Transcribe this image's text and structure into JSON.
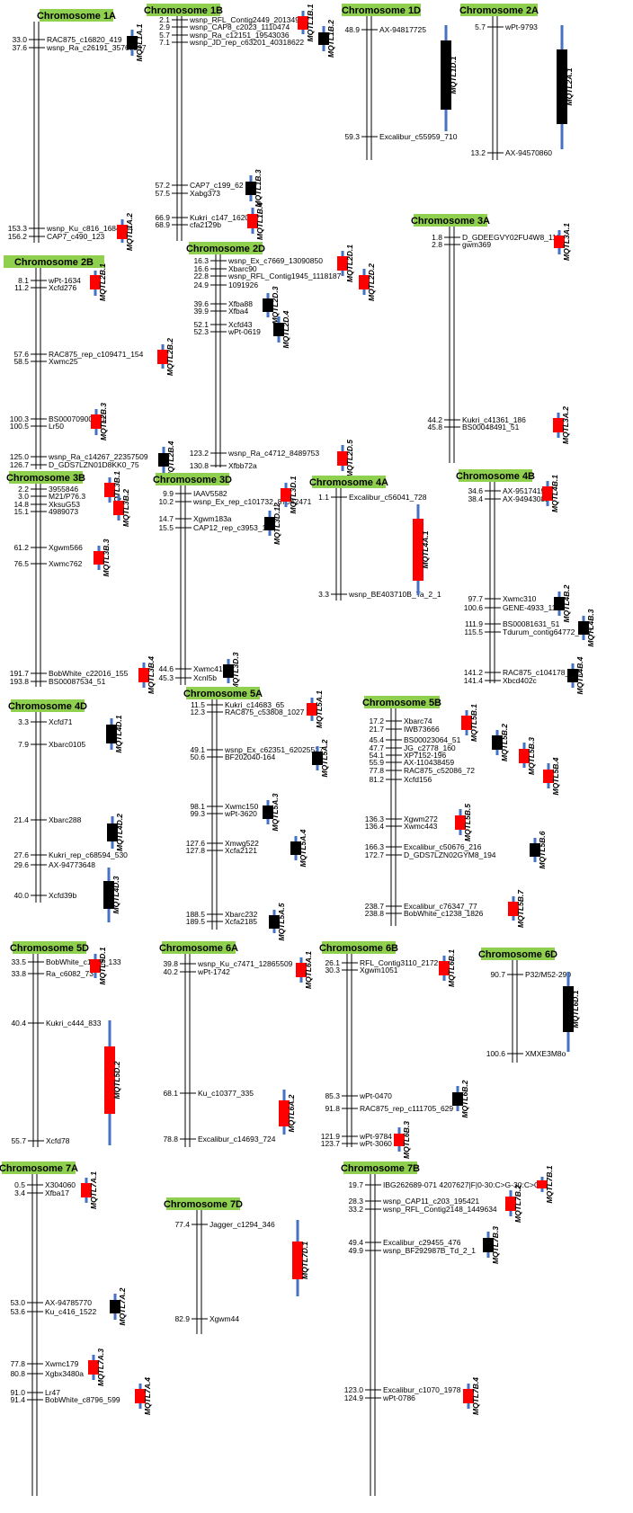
{
  "colors": {
    "red": "#ff0000",
    "black": "#000000",
    "ci": "#4472c4",
    "title_bg": "#8fd14f"
  },
  "chromosomes": [
    {
      "name": "Chromosome 1A",
      "markers": [
        {
          "pos": "33.0",
          "name": "RAC875_c16820_419"
        },
        {
          "pos": "37.6",
          "name": "wsnp_Ra_c26191_35761997"
        },
        {
          "pos": "153.3",
          "name": "wsnp_Ku_c816_1684354"
        },
        {
          "pos": "156.2",
          "name": "CAP7_c490_123"
        }
      ],
      "qtls": [
        {
          "name": "MQTL1A.1",
          "color": "black"
        },
        {
          "name": "MQTL1A.2",
          "color": "red"
        }
      ]
    },
    {
      "name": "Chromosome 1B",
      "markers": [
        {
          "pos": "2.1",
          "name": "wsnp_RFL_Contig2449_2013497"
        },
        {
          "pos": "2.9",
          "name": "wsnp_CAP8_c2023_1110474"
        },
        {
          "pos": "5.7",
          "name": "wsnp_Ra_c12151_19543036"
        },
        {
          "pos": "7.1",
          "name": "wsnp_JD_rep_c63201_40318622"
        },
        {
          "pos": "57.2",
          "name": "CAP7_c199_62"
        },
        {
          "pos": "57.5",
          "name": "Xabg373"
        },
        {
          "pos": "66.9",
          "name": "Kukri_c147_1620"
        },
        {
          "pos": "68.9",
          "name": "cfa2129b"
        }
      ],
      "qtls": [
        {
          "name": "MQTL1B.1",
          "color": "red"
        },
        {
          "name": "MQTL1B.2",
          "color": "black"
        },
        {
          "name": "MQTL1B.3",
          "color": "black"
        },
        {
          "name": "MQTL1B.4",
          "color": "red"
        }
      ]
    },
    {
      "name": "Chromosome 1D",
      "markers": [
        {
          "pos": "48.9",
          "name": "AX-94817725"
        },
        {
          "pos": "59.3",
          "name": "Excalibur_c55959_710"
        }
      ],
      "qtls": [
        {
          "name": "MQTL1D.1",
          "color": "black"
        }
      ]
    },
    {
      "name": "Chromosome 2A",
      "markers": [
        {
          "pos": "5.7",
          "name": "wPt-9793"
        },
        {
          "pos": "13.2",
          "name": "AX-94570860"
        }
      ],
      "qtls": [
        {
          "name": "MQTL2A.1",
          "color": "black"
        }
      ]
    },
    {
      "name": "Chromosome 2B",
      "markers": [
        {
          "pos": "8.1",
          "name": "wPt-1634"
        },
        {
          "pos": "11.2",
          "name": "Xcfd276"
        },
        {
          "pos": "57.6",
          "name": "RAC875_rep_c109471_154"
        },
        {
          "pos": "58.5",
          "name": "Xwmc25"
        },
        {
          "pos": "100.3",
          "name": "BS00070900_51"
        },
        {
          "pos": "100.5",
          "name": "Lr50"
        },
        {
          "pos": "125.0",
          "name": "wsnp_Ra_c14267_22357509"
        },
        {
          "pos": "126.7",
          "name": "D_GDS7LZN01D8KK0_75"
        }
      ],
      "qtls": [
        {
          "name": "MQTL2B.1",
          "color": "red"
        },
        {
          "name": "MQTL2B.2",
          "color": "red"
        },
        {
          "name": "MQTL2B.3",
          "color": "red"
        },
        {
          "name": "MQTL2B.4",
          "color": "black"
        }
      ]
    },
    {
      "name": "Chromosome 2D",
      "markers": [
        {
          "pos": "16.3",
          "name": "wsnp_Ex_c7669_13090850"
        },
        {
          "pos": "16.6",
          "name": "Xbarc90"
        },
        {
          "pos": "22.8",
          "name": "wsnp_RFL_Contig1945_1118187"
        },
        {
          "pos": "24.9",
          "name": "1091926"
        },
        {
          "pos": "39.6",
          "name": "Xfba88"
        },
        {
          "pos": "39.9",
          "name": "Xfba4"
        },
        {
          "pos": "52.1",
          "name": "Xcfd43"
        },
        {
          "pos": "52.3",
          "name": "wPt-0619"
        },
        {
          "pos": "123.2",
          "name": "wsnp_Ra_c4712_8489753"
        },
        {
          "pos": "130.8",
          "name": "Xfbb72a"
        }
      ],
      "qtls": [
        {
          "name": "MQTL2D.1",
          "color": "red"
        },
        {
          "name": "MQTL2D.2",
          "color": "red"
        },
        {
          "name": "MQTL2D.3",
          "color": "black"
        },
        {
          "name": "MQTL2D.4",
          "color": "black"
        },
        {
          "name": "MQTL2D.5",
          "color": "red"
        }
      ]
    },
    {
      "name": "Chromosome 3A",
      "markers": [
        {
          "pos": "1.8",
          "name": "D_GDEEGVY02FU4W8_119"
        },
        {
          "pos": "2.8",
          "name": "gwm369"
        },
        {
          "pos": "44.2",
          "name": "Kukri_c41361_186"
        },
        {
          "pos": "45.8",
          "name": "BS00048491_51"
        }
      ],
      "qtls": [
        {
          "name": "MQTL3A.1",
          "color": "red"
        },
        {
          "name": "MQTL3A.2",
          "color": "red"
        }
      ]
    },
    {
      "name": "Chromosome 3B",
      "markers": [
        {
          "pos": "2.2",
          "name": "3955846"
        },
        {
          "pos": "3.0",
          "name": "M21/P76.3"
        },
        {
          "pos": "14.8",
          "name": "XksuG53"
        },
        {
          "pos": "15.1",
          "name": "4989073"
        },
        {
          "pos": "61.2",
          "name": "Xgwm566"
        },
        {
          "pos": "76.5",
          "name": "Xwmc762"
        },
        {
          "pos": "191.7",
          "name": "BobWhite_c22016_155"
        },
        {
          "pos": "193.8",
          "name": "BS00087534_51"
        }
      ],
      "qtls": [
        {
          "name": "MQTL3B.1",
          "color": "red"
        },
        {
          "name": "MQTL3B.2",
          "color": "red"
        },
        {
          "name": "MQTL3B.3",
          "color": "red"
        },
        {
          "name": "MQTL3B.4",
          "color": "red"
        }
      ]
    },
    {
      "name": "Chromosome 3D",
      "markers": [
        {
          "pos": "9.9",
          "name": "IAAV5582"
        },
        {
          "pos": "10.2",
          "name": "wsnp_Ex_rep_c101732_87042471"
        },
        {
          "pos": "14.7",
          "name": "Xgwm183a"
        },
        {
          "pos": "15.5",
          "name": "CAP12_rep_c3953_177"
        },
        {
          "pos": "44.6",
          "name": "Xwmc418"
        },
        {
          "pos": "45.3",
          "name": "Xcnl5b"
        }
      ],
      "qtls": [
        {
          "name": "MQTL3D.1",
          "color": "red"
        },
        {
          "name": "MQTL3D.12",
          "color": "black"
        },
        {
          "name": "MQTL3D.3",
          "color": "black"
        }
      ]
    },
    {
      "name": "Chromosome 4A",
      "markers": [
        {
          "pos": "1.1",
          "name": "Excalibur_c56041_728"
        },
        {
          "pos": "3.3",
          "name": "wsnp_BE403710B_Ta_2_1"
        }
      ],
      "qtls": [
        {
          "name": "MQTL4A.1",
          "color": "red"
        }
      ]
    },
    {
      "name": "Chromosome 4B",
      "markers": [
        {
          "pos": "34.6",
          "name": "AX-95174194"
        },
        {
          "pos": "38.4",
          "name": "AX-94943082"
        },
        {
          "pos": "97.7",
          "name": "Xwmc310"
        },
        {
          "pos": "100.6",
          "name": "GENE-4933_1176"
        },
        {
          "pos": "111.9",
          "name": "BS00081631_51"
        },
        {
          "pos": "115.5",
          "name": "Tdurum_contig64772_417"
        },
        {
          "pos": "141.2",
          "name": "RAC875_c104178_425"
        },
        {
          "pos": "141.4",
          "name": "Xbcd402c"
        }
      ],
      "qtls": [
        {
          "name": "MQTL4B.1",
          "color": "red"
        },
        {
          "name": "MQTL4B.2",
          "color": "black"
        },
        {
          "name": "MQTL4B.3",
          "color": "black"
        },
        {
          "name": "MQTL4B.4",
          "color": "black"
        }
      ]
    },
    {
      "name": "Chromosome 4D",
      "markers": [
        {
          "pos": "3.3",
          "name": "Xcfd71"
        },
        {
          "pos": "7.9",
          "name": "Xbarc0105"
        },
        {
          "pos": "21.4",
          "name": "Xbarc288"
        },
        {
          "pos": "27.6",
          "name": "Kukri_rep_c68594_530"
        },
        {
          "pos": "29.6",
          "name": "AX-94773648"
        },
        {
          "pos": "40.0",
          "name": "Xcfd39b"
        }
      ],
      "qtls": [
        {
          "name": "MQTL4D.1",
          "color": "black"
        },
        {
          "name": "MQTL4D.2",
          "color": "black"
        },
        {
          "name": "MQTL4D.3",
          "color": "black"
        }
      ]
    },
    {
      "name": "Chromosome 5A",
      "markers": [
        {
          "pos": "11.5",
          "name": "Kukri_c14683_65"
        },
        {
          "pos": "12.3",
          "name": "RAC875_c53808_1027"
        },
        {
          "pos": "49.1",
          "name": "wsnp_Ex_c62351_62025537"
        },
        {
          "pos": "50.6",
          "name": "BF202040-164"
        },
        {
          "pos": "98.1",
          "name": "Xwmc150"
        },
        {
          "pos": "99.3",
          "name": "wPt-3620"
        },
        {
          "pos": "127.6",
          "name": "Xmwg522"
        },
        {
          "pos": "127.8",
          "name": "Xcfa2121"
        },
        {
          "pos": "188.5",
          "name": "Xbarc232"
        },
        {
          "pos": "189.5",
          "name": "Xcfa2185"
        }
      ],
      "qtls": [
        {
          "name": "MQTL5A.1",
          "color": "red"
        },
        {
          "name": "MQTL5A.2",
          "color": "black"
        },
        {
          "name": "MQTL5A.3",
          "color": "black"
        },
        {
          "name": "MQTL5A.4",
          "color": "black"
        },
        {
          "name": "MQTL5A.5",
          "color": "black"
        }
      ]
    },
    {
      "name": "Chromosome 5B",
      "markers": [
        {
          "pos": "17.2",
          "name": "Xbarc74"
        },
        {
          "pos": "21.7",
          "name": "IWB73666"
        },
        {
          "pos": "45.4",
          "name": "BS00023064_51"
        },
        {
          "pos": "47.7",
          "name": "JG_c2778_160"
        },
        {
          "pos": "54.1",
          "name": "XP7152-196"
        },
        {
          "pos": "55.9",
          "name": "AX-110438459"
        },
        {
          "pos": "77.8",
          "name": "RAC875_c52086_72"
        },
        {
          "pos": "81.2",
          "name": "Xcfd156"
        },
        {
          "pos": "136.3",
          "name": "Xgwm272"
        },
        {
          "pos": "136.4",
          "name": "Xwmc443"
        },
        {
          "pos": "166.3",
          "name": "Excalibur_c50676_216"
        },
        {
          "pos": "172.7",
          "name": "D_GDS7LZN02GYM8_194"
        },
        {
          "pos": "238.7",
          "name": "Excalibur_c76347_77"
        },
        {
          "pos": "238.8",
          "name": "BobWhite_c1238_1826"
        }
      ],
      "qtls": [
        {
          "name": "MQTL5B.1",
          "color": "red"
        },
        {
          "name": "MQTL5B.2",
          "color": "black"
        },
        {
          "name": "MQTL5B.3",
          "color": "red"
        },
        {
          "name": "MQTL5B.4",
          "color": "red"
        },
        {
          "name": "MQTL5B.5",
          "color": "red"
        },
        {
          "name": "MQTL5B.6",
          "color": "black"
        },
        {
          "name": "MQTL5B.7",
          "color": "red"
        }
      ]
    },
    {
      "name": "Chromosome 5D",
      "markers": [
        {
          "pos": "33.5",
          "name": "BobWhite_c1372_133"
        },
        {
          "pos": "33.8",
          "name": "Ra_c6082_737"
        },
        {
          "pos": "40.4",
          "name": "Kukri_c444_833"
        },
        {
          "pos": "55.7",
          "name": "Xcfd78"
        }
      ],
      "qtls": [
        {
          "name": "MQTL5D.1",
          "color": "red"
        },
        {
          "name": "MQTL5D.2",
          "color": "red"
        }
      ]
    },
    {
      "name": "Chromosome 6A",
      "markers": [
        {
          "pos": "39.8",
          "name": "wsnp_Ku_c7471_12865509"
        },
        {
          "pos": "40.2",
          "name": "wPt-1742"
        },
        {
          "pos": "68.1",
          "name": "Ku_c10377_335"
        },
        {
          "pos": "78.8",
          "name": "Excalibur_c14693_724"
        }
      ],
      "qtls": [
        {
          "name": "MQTL6A.1",
          "color": "red"
        },
        {
          "name": "MQTL6A.2",
          "color": "red"
        }
      ]
    },
    {
      "name": "Chromosome 6B",
      "markers": [
        {
          "pos": "26.1",
          "name": "RFL_Contig3110_2172"
        },
        {
          "pos": "30.3",
          "name": "Xgwm1051"
        },
        {
          "pos": "85.3",
          "name": "wPt-0470"
        },
        {
          "pos": "91.8",
          "name": "RAC875_rep_c111705_629"
        },
        {
          "pos": "121.9",
          "name": "wPt-9784"
        },
        {
          "pos": "123.7",
          "name": "wPt-3060"
        }
      ],
      "qtls": [
        {
          "name": "MQTL6B.1",
          "color": "red"
        },
        {
          "name": "MQTL6B.2",
          "color": "black"
        },
        {
          "name": "MQTL6B.3",
          "color": "red"
        }
      ]
    },
    {
      "name": "Chromosome 6D",
      "markers": [
        {
          "pos": "90.7",
          "name": "P32/M52-290"
        },
        {
          "pos": "100.6",
          "name": "XMXE3M8o"
        }
      ],
      "qtls": [
        {
          "name": "MQTL6D.1",
          "color": "black"
        }
      ]
    },
    {
      "name": "Chromosome 7A",
      "markers": [
        {
          "pos": "0.5",
          "name": "X304060"
        },
        {
          "pos": "3.4",
          "name": "Xfba17"
        },
        {
          "pos": "53.0",
          "name": "AX-94785770"
        },
        {
          "pos": "53.6",
          "name": "Ku_c416_1522"
        },
        {
          "pos": "77.8",
          "name": "Xwmc179"
        },
        {
          "pos": "80.8",
          "name": "Xgbx3480a"
        },
        {
          "pos": "91.0",
          "name": "Lr47"
        },
        {
          "pos": "91.4",
          "name": "BobWhite_c8796_599"
        }
      ],
      "qtls": [
        {
          "name": "MQTL7A.1",
          "color": "red"
        },
        {
          "name": "MQTL7A.2",
          "color": "black"
        },
        {
          "name": "MQTL7A.3",
          "color": "red"
        },
        {
          "name": "MQTL7A.4",
          "color": "red"
        }
      ]
    },
    {
      "name": "Chromosome 7B",
      "markers": [
        {
          "pos": "19.7",
          "name": "IBG262689-071 4207627|F|0-30:C>G-30:C>G"
        },
        {
          "pos": "28.3",
          "name": "wsnp_CAP11_c203_195421"
        },
        {
          "pos": "33.2",
          "name": "wsnp_RFL_Contig2148_1449634"
        },
        {
          "pos": "49.4",
          "name": "Excalibur_c29455_476"
        },
        {
          "pos": "49.9",
          "name": "wsnp_BF292987B_Td_2_1"
        },
        {
          "pos": "123.0",
          "name": "Excalibur_c1070_1978"
        },
        {
          "pos": "124.9",
          "name": "wPt-0786"
        }
      ],
      "qtls": [
        {
          "name": "MQTL7B.1",
          "color": "red"
        },
        {
          "name": "MQTL7B.2",
          "color": "red"
        },
        {
          "name": "MQTL7B.3",
          "color": "black"
        },
        {
          "name": "MQTL7B.4",
          "color": "red"
        }
      ]
    },
    {
      "name": "Chromosome 7D",
      "markers": [
        {
          "pos": "77.4",
          "name": "Jagger_c1294_346"
        },
        {
          "pos": "82.9",
          "name": "Xgwm44"
        }
      ],
      "qtls": [
        {
          "name": "MQTL7D.1",
          "color": "red"
        }
      ]
    }
  ]
}
